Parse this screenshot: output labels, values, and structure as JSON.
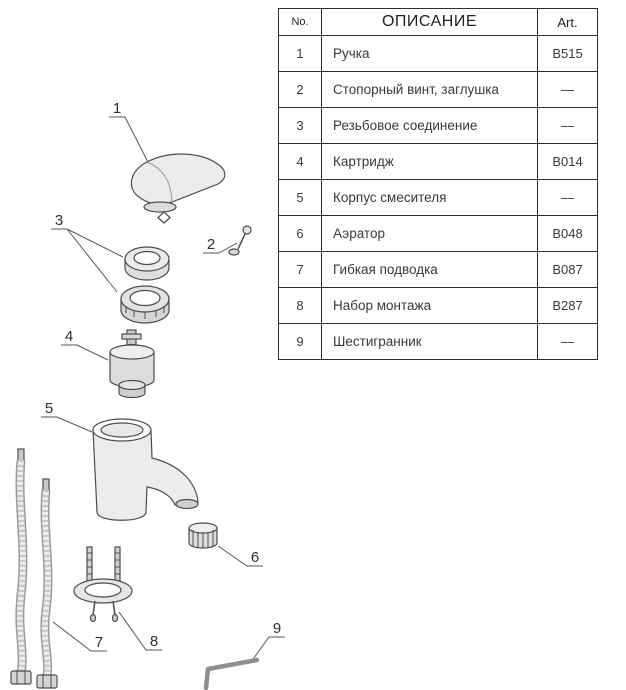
{
  "table": {
    "headers": {
      "no": "No.",
      "description": "ОПИСАНИЕ",
      "art": "Art."
    },
    "rows": [
      {
        "no": "1",
        "description": "Ручка",
        "art": "B515"
      },
      {
        "no": "2",
        "description": "Стопорный винт, заглушка",
        "art": "—"
      },
      {
        "no": "3",
        "description": "Резьбовое соединение",
        "art": "—"
      },
      {
        "no": "4",
        "description": "Картридж",
        "art": "B014"
      },
      {
        "no": "5",
        "description": "Корпус смесителя",
        "art": "—"
      },
      {
        "no": "6",
        "description": "Аэратор",
        "art": "B048"
      },
      {
        "no": "7",
        "description": "Гибкая подводка",
        "art": "B087"
      },
      {
        "no": "8",
        "description": "Набор монтажа",
        "art": "B287"
      },
      {
        "no": "9",
        "description": "Шестигранник",
        "art": "—"
      }
    ]
  },
  "diagram": {
    "callouts": [
      "1",
      "2",
      "3",
      "4",
      "5",
      "6",
      "7",
      "8",
      "9"
    ]
  },
  "colors": {
    "line": "#4d4d4d",
    "leader": "#555555",
    "fill_light": "#ececec",
    "fill_mid": "#d9d9d9",
    "table_border": "#2e2e2e",
    "text": "#3a3a3a"
  }
}
